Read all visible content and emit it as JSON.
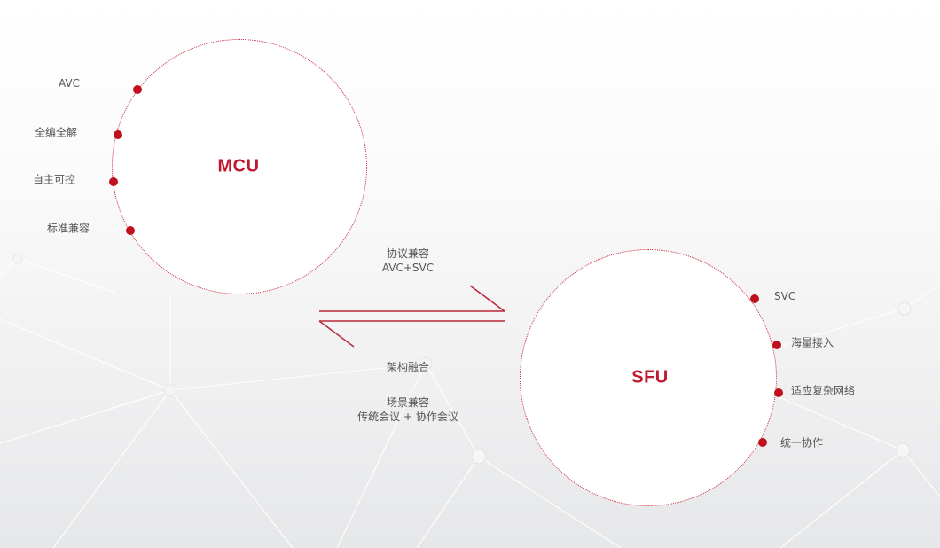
{
  "diagram": {
    "accent_color": "#c0182c",
    "mcu": {
      "title": "MCU",
      "features": [
        "AVC",
        "全编全解",
        "自主可控",
        "标准兼容"
      ]
    },
    "sfu": {
      "title": "SFU",
      "features": [
        "SVC",
        "海量接入",
        "适应复杂网络",
        "统一协作"
      ]
    },
    "exchange": {
      "top_line1": "协议兼容",
      "top_line2": "AVC+SVC",
      "bottom_line1": "架构融合",
      "bottom_line2": "场景兼容",
      "bottom_line3": "传统会议 + 协作会议"
    }
  }
}
